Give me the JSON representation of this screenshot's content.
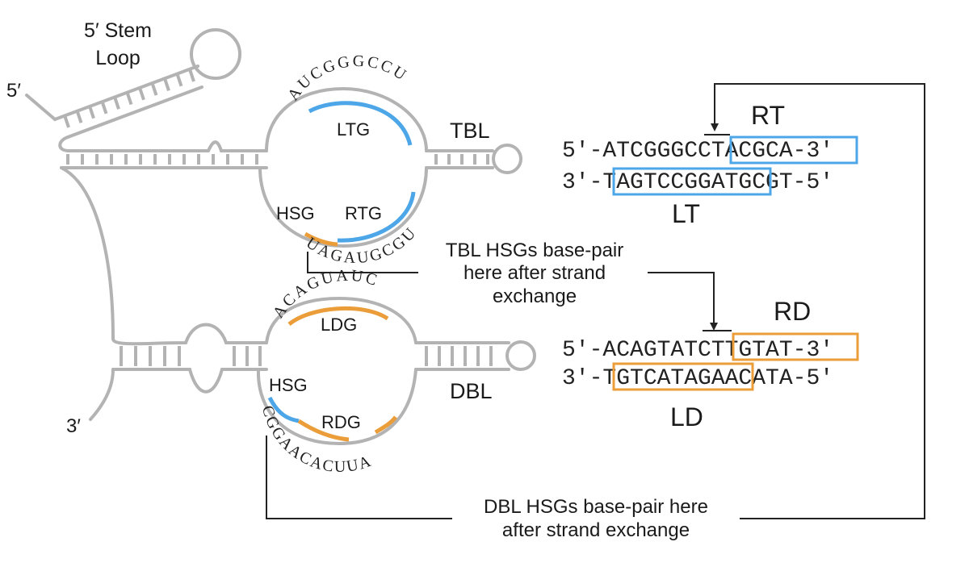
{
  "colors": {
    "strand": "#b3b3b3",
    "blue": "#4da6e8",
    "orange": "#eb9d3a",
    "line": "#222222"
  },
  "labels": {
    "five_prime": "5′",
    "three_prime": "3′",
    "stem_loop_line1": "5′ Stem",
    "stem_loop_line2": "Loop",
    "tbl": "TBL",
    "dbl": "DBL",
    "ltg": "LTG",
    "rtg": "RTG",
    "hsg_top": "HSG",
    "ldg": "LDG",
    "rdg": "RDG",
    "hsg_bottom": "HSG",
    "tbl_note_line1": "TBL HSGs base-pair",
    "tbl_note_line2": "here after strand",
    "tbl_note_line3": "exchange",
    "dbl_note_line1": "DBL HSGs base-pair here",
    "dbl_note_line2": "after strand exchange"
  },
  "loop_sequences": {
    "tbl_top": "AUCGGGCCU",
    "tbl_bottom": "UAGAUGCGU",
    "dbl_top": "ACAGUAUC",
    "dbl_bottom": "CGGAACACUUA"
  },
  "duplex_t": {
    "top_strand": "5′-ATCGGGCCTACGCA-3′",
    "bottom_strand": "3′-TAGTCCGGATGCGT-5′",
    "right_label": "RT",
    "left_label": "LT"
  },
  "duplex_d": {
    "top_strand": "5′-ACAGTATCTTGTAT-3′",
    "bottom_strand": "3′-TGTCATAGAACATA-5′",
    "right_label": "RD",
    "left_label": "LD"
  }
}
